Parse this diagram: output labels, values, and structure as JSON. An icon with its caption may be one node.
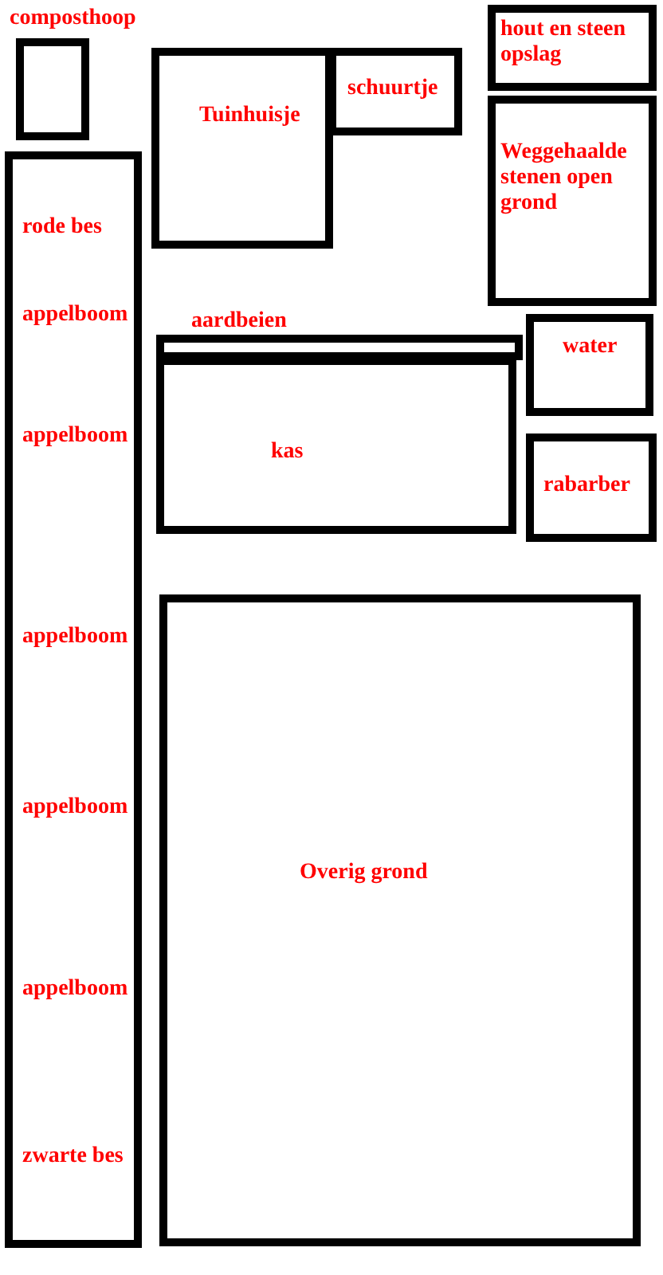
{
  "diagram": {
    "nodes": [
      {
        "text": [
          "composthoop"
        ]
      },
      {
        "text": [
          "Tuinhuisje"
        ]
      },
      {
        "text": [
          "schuurtje"
        ]
      },
      {
        "text": [
          "hout en steen opslag"
        ]
      },
      {
        "text": [
          "Weggehaalde stenen open grond"
        ]
      },
      {
        "text": [
          "rode bes",
          "appelboom",
          "appelboom",
          "appelboom",
          "appelboom",
          "appelboom",
          "zwarte bes"
        ]
      },
      {
        "text": [
          "aardbeien"
        ]
      },
      {
        "text": [
          "kas"
        ]
      },
      {
        "text": [
          "water"
        ]
      },
      {
        "text": [
          "rabarber"
        ]
      },
      {
        "text": [
          "Overig grond"
        ]
      }
    ]
  }
}
